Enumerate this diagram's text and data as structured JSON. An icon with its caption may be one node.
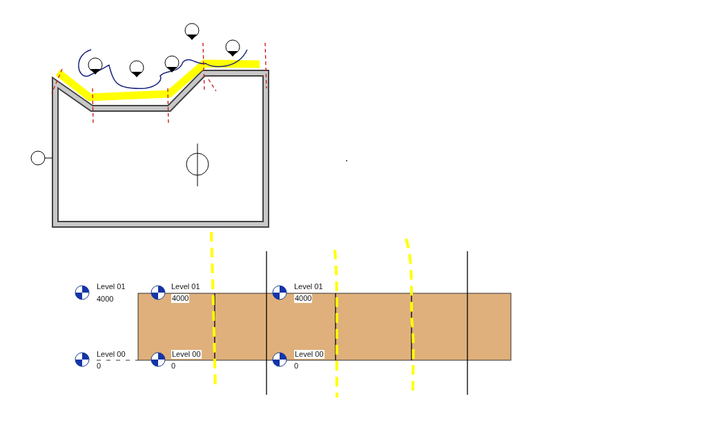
{
  "diagram": {
    "labels": [
      "Level 01",
      "4000",
      "Level 01",
      "4000",
      "Level 01",
      "4000",
      "Level 00",
      "0",
      "Level 00",
      "0",
      "Level 00",
      "0"
    ]
  }
}
